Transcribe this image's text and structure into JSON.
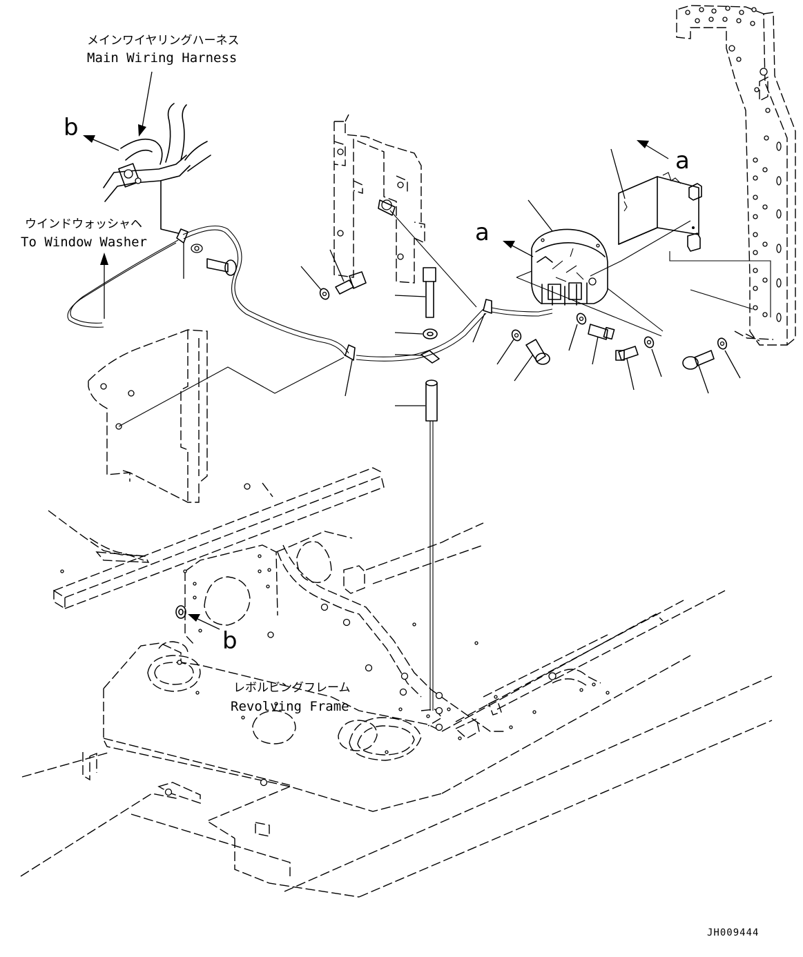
{
  "labels": {
    "main_harness_jp": "メインワイヤリングハーネス",
    "main_harness_en": "Main Wiring Harness",
    "window_washer_jp": "ウインドウォッシャヘ",
    "window_washer_en": "To Window Washer",
    "revolving_frame_jp": "レボルビングフレーム",
    "revolving_frame_en": "Revolving Frame"
  },
  "refs": {
    "b_top": "b",
    "b_bottom": "b",
    "a_left": "a",
    "a_right": "a"
  },
  "drawing_code": "JH009444"
}
